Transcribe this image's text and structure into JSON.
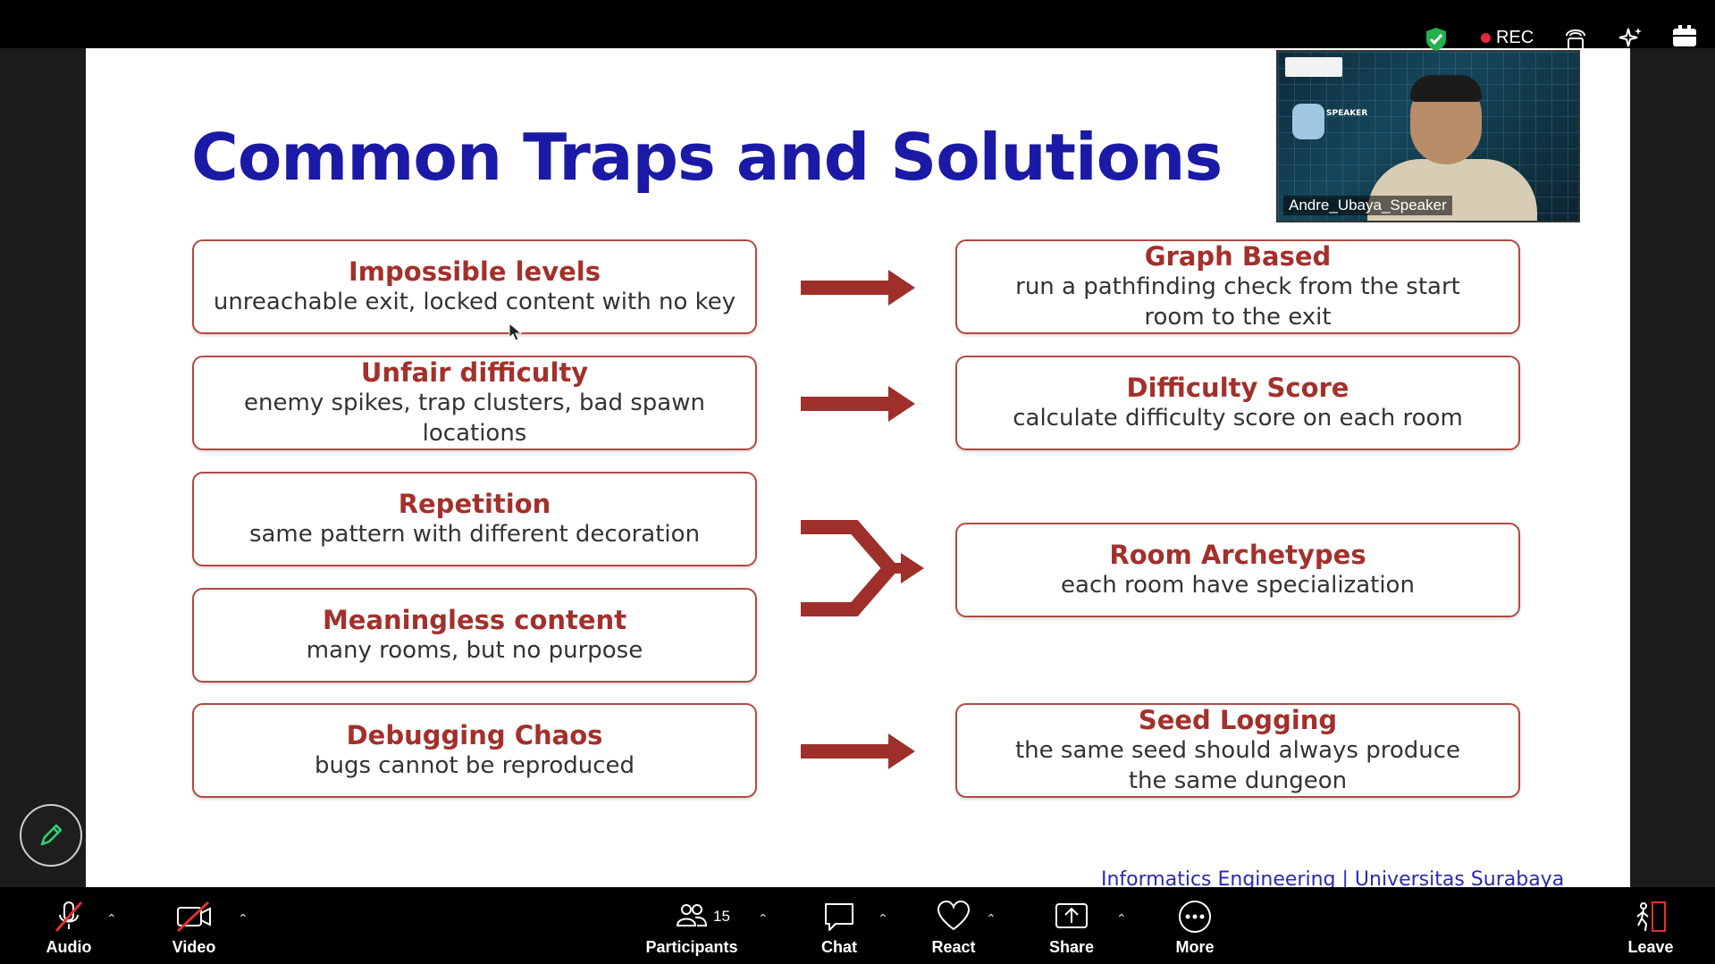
{
  "slide": {
    "title": "Common Traps and Solutions",
    "footer": "Informatics Engineering | Universitas Surabaya",
    "traps": [
      {
        "title": "Impossible levels",
        "desc": "unreachable exit, locked content with no key"
      },
      {
        "title": "Unfair difficulty",
        "desc": "enemy spikes, trap clusters, bad spawn locations"
      },
      {
        "title": "Repetition",
        "desc": "same pattern with different decoration"
      },
      {
        "title": "Meaningless content",
        "desc": "many rooms, but no purpose"
      },
      {
        "title": "Debugging Chaos",
        "desc": "bugs cannot be reproduced"
      }
    ],
    "solutions": [
      {
        "title": "Graph Based",
        "desc": "run a pathfinding check from the start room to the exit"
      },
      {
        "title": "Difficulty Score",
        "desc": "calculate difficulty score on each room"
      },
      {
        "title": "Room Archetypes",
        "desc": "each room have specialization"
      },
      {
        "title": "Seed Logging",
        "desc": "the same seed should always produce the same dungeon"
      }
    ],
    "colors": {
      "title": "#1a1aa6",
      "accent": "#a3302b",
      "arrow": "#9e2f2a",
      "footer": "#2a2ab0"
    }
  },
  "video": {
    "participant_name": "Andre_Ubaya_Speaker",
    "speaker_tag": "SPEAKER"
  },
  "status_bar": {
    "rec_label": "REC",
    "icons": [
      "shield-check-icon",
      "record-icon",
      "live-transcript-icon",
      "ai-companion-icon",
      "apps-icon"
    ]
  },
  "toolbar": {
    "audio_label": "Audio",
    "video_label": "Video",
    "participants_label": "Participants",
    "participants_count": "15",
    "chat_label": "Chat",
    "react_label": "React",
    "share_label": "Share",
    "more_label": "More",
    "leave_label": "Leave"
  }
}
